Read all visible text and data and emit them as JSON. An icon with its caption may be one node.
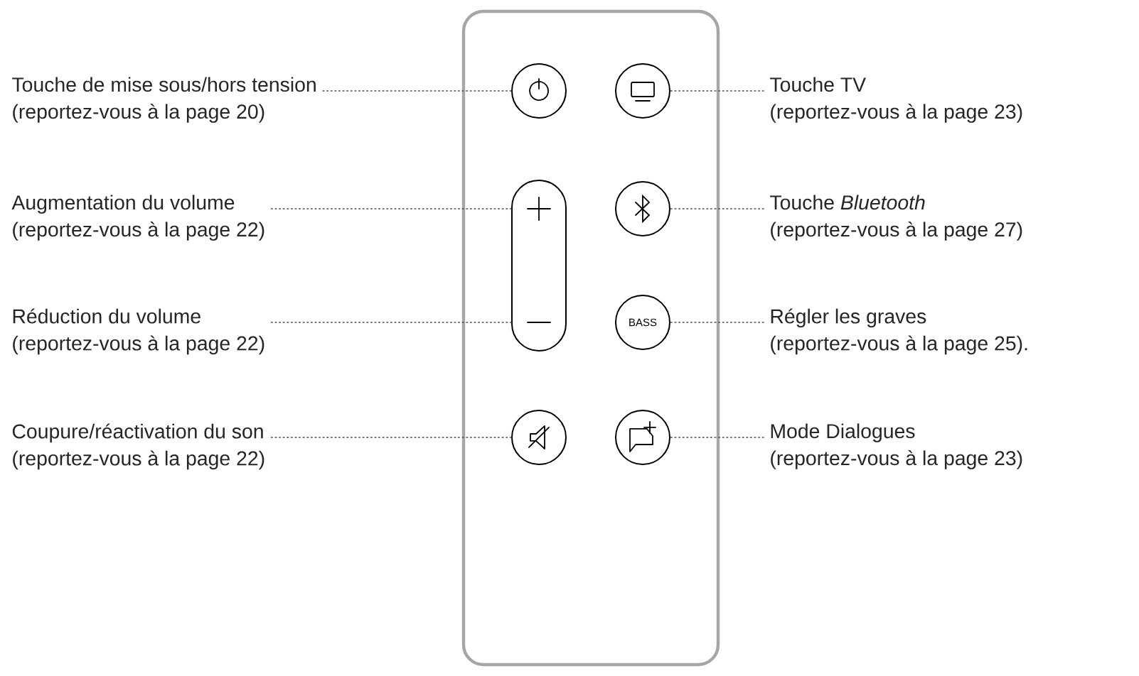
{
  "diagram": {
    "nodes": [
      {
        "text": [],
        "shape": "circle"
      },
      {
        "text": [],
        "shape": "circle"
      },
      {
        "text": [],
        "shape": "box"
      },
      {
        "text": [],
        "shape": "circle"
      },
      {
        "text": [],
        "shape": "box"
      },
      {
        "text": [
          "BASS"
        ]
      },
      {
        "text": [],
        "shape": "circle"
      },
      {
        "text": [],
        "shape": "circle"
      },
      {
        "text": [
          "Touche de mise sous/hors tension",
          "(reportez-vous à la page 20)"
        ]
      },
      {
        "text": [
          "Touche TV",
          "(reportez-vous à la page 23)"
        ]
      },
      {
        "text": [
          "Augmentation du volume",
          "(reportez-vous à la page 22)"
        ]
      },
      {
        "text": [
          "Touche *Bluetooth*",
          "(reportez-vous à la page 27)"
        ]
      },
      {
        "text": [
          "Réduction du volume",
          "(reportez-vous à la page 22)"
        ]
      },
      {
        "text": [
          "Régler les graves",
          "(reportez-vous à la page 25)."
        ]
      },
      {
        "text": [
          "Coupure/réactivation du son",
          "(reportez-vous à la page 22)"
        ]
      },
      {
        "text": [
          "Mode Dialogues",
          "(reportez-vous à la page 23)"
        ]
      }
    ],
    "edges": [
      {
        "from": 8,
        "to": 0,
        "arrow": "none"
      },
      {
        "from": 9,
        "to": 1,
        "arrow": "none"
      },
      {
        "from": 10,
        "to": 2,
        "arrow": "none"
      },
      {
        "from": 11,
        "to": 3,
        "arrow": "none"
      },
      {
        "from": 12,
        "to": 4,
        "arrow": "none"
      },
      {
        "from": 13,
        "to": 5,
        "arrow": "none"
      },
      {
        "from": 14,
        "to": 6,
        "arrow": "none"
      },
      {
        "from": 15,
        "to": 7,
        "arrow": "none"
      }
    ]
  }
}
